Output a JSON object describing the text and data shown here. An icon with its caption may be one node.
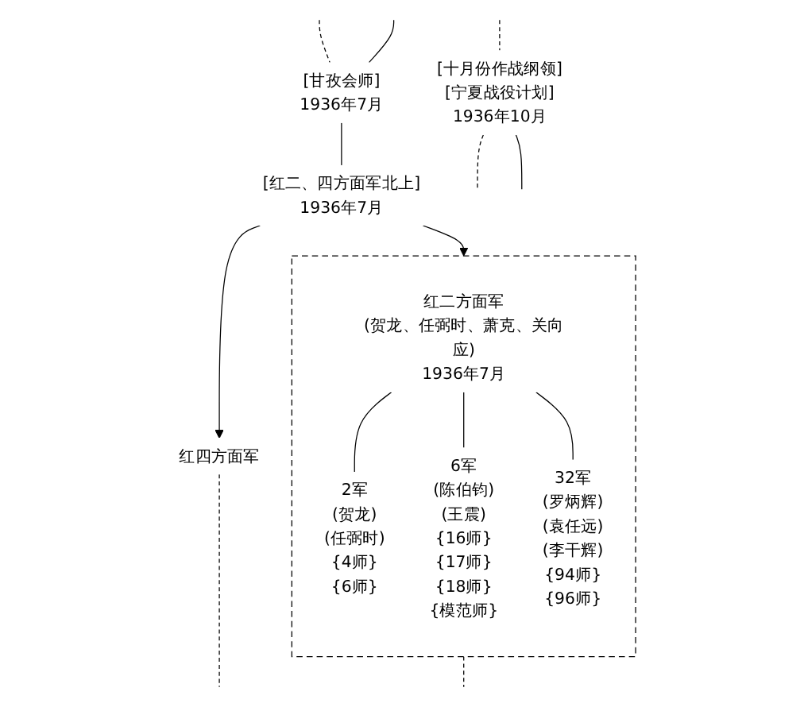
{
  "diagram": {
    "nodes": [
      {
        "text": [
          "[甘孜会师]",
          "1936年7月"
        ]
      },
      {
        "text": [
          "[红二、四方面军北上]",
          "1936年7月"
        ]
      },
      {
        "text": [
          "红四方面军"
        ]
      },
      {
        "text": [],
        "shape": "box"
      },
      {
        "text": [
          "红二方面军",
          "(贺龙、任弼时、萧克、关向应)",
          "1936年7月"
        ],
        "in": 3
      },
      {
        "text": [
          "2军",
          "(贺龙)",
          "(任弼时)",
          "{4师}",
          "{6师}"
        ],
        "in": 3
      },
      {
        "text": [
          "6军",
          "(陈伯钧)",
          "(王震)",
          "{16师}",
          "{17师}",
          "{18师}",
          "{模范师}"
        ],
        "in": 3
      },
      {
        "text": [
          "32军",
          "(罗炳辉)",
          "(袁任远)",
          "(李干辉)",
          "{94师}",
          "{96师}"
        ],
        "in": 3
      },
      {
        "text": [
          "[十月份作战纲领]",
          "[宁夏战役计划]",
          "1936年10月"
        ]
      }
    ],
    "edges": [
      {
        "from": null,
        "to": 0,
        "arrow": "none",
        "style": "dashed"
      },
      {
        "from": null,
        "to": 0,
        "arrow": "none"
      },
      {
        "from": 0,
        "to": 1,
        "arrow": "none"
      },
      {
        "from": 1,
        "to": 2,
        "arrow": "to"
      },
      {
        "from": 1,
        "to": 3,
        "arrow": "to"
      },
      {
        "from": 4,
        "to": 5,
        "arrow": "none"
      },
      {
        "from": 4,
        "to": 6,
        "arrow": "none"
      },
      {
        "from": 4,
        "to": 7,
        "arrow": "none"
      },
      {
        "from": 2,
        "to": null,
        "arrow": "none",
        "style": "dashed"
      },
      {
        "from": 3,
        "to": null,
        "arrow": "none",
        "style": "dashed"
      },
      {
        "from": null,
        "to": 8,
        "arrow": "none",
        "style": "dashed"
      },
      {
        "from": 8,
        "to": null,
        "arrow": "none",
        "style": "dashed"
      },
      {
        "from": 8,
        "to": null,
        "arrow": "none"
      }
    ]
  }
}
